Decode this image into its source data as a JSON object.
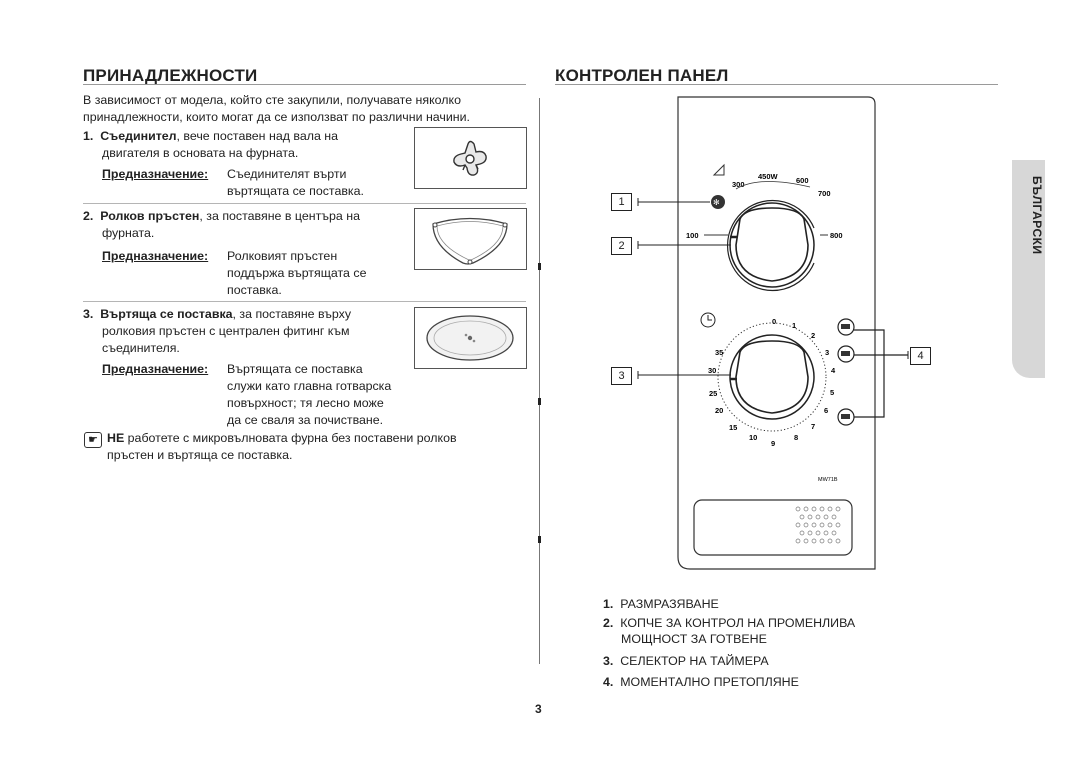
{
  "left": {
    "title": "ПРИНАДЛЕЖНОСТИ",
    "intro_line1": "В зависимост от модела, който сте закупили, получавате няколко",
    "intro_line2": "принадлежности, които могат да се използват по различни начини.",
    "items": [
      {
        "num": "1.",
        "name": "Съединител",
        "desc_line1": ", вече поставен над вала на",
        "desc_line2": "двигателя в основата на фурната.",
        "purpose_label": "Предназначение:",
        "purpose_lines": [
          "Съединителят върти",
          "въртящата се поставка."
        ]
      },
      {
        "num": "2.",
        "name": "Ролков пръстен",
        "desc_line1": ", за поставяне в центъра на",
        "desc_line2": "фурната.",
        "purpose_label": "Предназначение:",
        "purpose_lines": [
          "Ролковият пръстен",
          "поддържа въртящата се",
          "поставка."
        ]
      },
      {
        "num": "3.",
        "name": "Въртяща се поставка",
        "desc_line1": ", за поставяне върху",
        "desc_line2": "ролковия пръстен с централен фитинг към",
        "desc_line3": "съединителя.",
        "purpose_label": "Предназначение:",
        "purpose_lines": [
          "Въртящата се поставка",
          "служи като главна готварска",
          "повърхност; тя лесно може",
          "да се сваля за почистване."
        ]
      }
    ],
    "note_bold": "НЕ",
    "note_line1": " работете с микровълновата фурна без поставени ролков",
    "note_line2": "пръстен и въртяща се поставка."
  },
  "right": {
    "title": "КОНТРОЛЕН ПАНЕЛ",
    "callouts": [
      "1",
      "2",
      "3",
      "4"
    ],
    "power_labels": [
      "100",
      "300",
      "450W",
      "600",
      "700",
      "800"
    ],
    "timer_labels": [
      "0",
      "1",
      "2",
      "3",
      "4",
      "5",
      "6",
      "7",
      "8",
      "9",
      "10",
      "15",
      "20",
      "25",
      "30",
      "35"
    ],
    "model_code": "MW71B",
    "legend": [
      {
        "num": "1.",
        "text": "РАЗМРАЗЯВАНЕ"
      },
      {
        "num": "2.",
        "text": "КОПЧЕ ЗА КОНТРОЛ НА ПРОМЕНЛИВА",
        "text2": "МОЩНОСТ ЗА ГОТВЕНЕ"
      },
      {
        "num": "3.",
        "text": "СЕЛЕКТОР НА ТАЙМЕРА"
      },
      {
        "num": "4.",
        "text": "МОМЕНТАЛНО ПРЕТОПЛЯНЕ"
      }
    ]
  },
  "side_tab": "БЪЛГАРСКИ",
  "page_number": "3"
}
